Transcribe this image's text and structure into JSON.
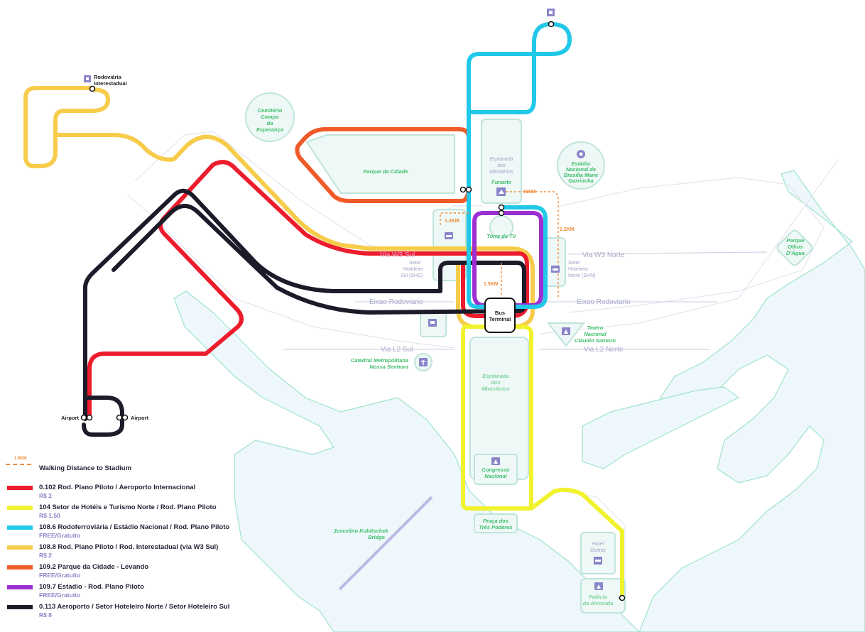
{
  "map": {
    "center_hub": {
      "line1": "Bus",
      "line2": "Terminal"
    },
    "roads": {
      "w3_sul": "Via W3 Sul",
      "w3_norte": "Via W3 Norte",
      "eixao_left": "Eixao Rodoviario",
      "eixao_right": "Eixao Rodoviario",
      "l2_sul": "Via L2 Sul",
      "l2_norte": "Via L2 Norte"
    },
    "places": {
      "rodoviaria": [
        "Rodoviária",
        "Interestadual"
      ],
      "cemiterio": [
        "Cemitério",
        "Campo",
        "da",
        "Esperança"
      ],
      "parque_cidade": "Parque da Cidade",
      "esplanada_top": [
        "Esplanada",
        "dos",
        "Ministérios"
      ],
      "funarte": "Funarte",
      "estadio": [
        "Estádio",
        "Nacional de",
        "Brasília Mane",
        "Garrincha"
      ],
      "torre": "Torre de TV",
      "shs": [
        "Setor",
        "Hoteleiro",
        "Sul (SHS)"
      ],
      "shn": [
        "Setor",
        "Hoteleiro",
        "Norte (SHN)"
      ],
      "parque_olhos": [
        "Parque",
        "Olhos",
        "D'Água"
      ],
      "teatro": [
        "Teatro",
        "Nacional",
        "Cláudio Santoro"
      ],
      "catedral": [
        "Catedral Metropolitana",
        "Nossa Senhora"
      ],
      "esplanada_bottom": [
        "Esplanada",
        "dos",
        "Ministérios"
      ],
      "congresso": [
        "Congresso",
        "Nacional"
      ],
      "praca": [
        "Praça dos",
        "Três Poderes"
      ],
      "jk_bridge": [
        "Juscelino Kubitschek",
        "Bridge"
      ],
      "hotel_district": [
        "Hotel",
        "District"
      ],
      "palacio": [
        "Palácio",
        "da Alvorada"
      ],
      "airport_left": "Airport",
      "airport_right": "Airport"
    },
    "walk_labels": {
      "a": "1.3KM",
      "b": "600M",
      "c": "1.2KM",
      "d": "1.5KM"
    }
  },
  "legend": {
    "walk": {
      "label": "Walking Distance to Stadium",
      "sample": "1.5KM",
      "color": "#f08c3a"
    },
    "routes": [
      {
        "name": "0.102 Rod. Plano Piloto / Aeroporto Internacional",
        "fare": "R$ 2",
        "color": "#ec1c2d"
      },
      {
        "name": "104 Setor de Hotéis e Turismo Norte / Rod. Plano Piloto",
        "fare": "R$ 1.50",
        "color": "#f1f22e"
      },
      {
        "name": "108.6 Rodoferroviária / Estádio Nacional / Rod. Plano Piloto",
        "fare": "FREE/Gratuito",
        "color": "#21c8e8"
      },
      {
        "name": "108.8 Rod. Plano Piloto / Rod. Interestadual (via W3 Sul)",
        "fare": "R$ 2",
        "color": "#f7cc4a"
      },
      {
        "name": "109.2 Parque da Cidade - Levando",
        "fare": "FREE/Gratuito",
        "color": "#f15a29"
      },
      {
        "name": "109.7 Estadio - Rod. Plano Piloto",
        "fare": "FREE/Gratuito",
        "color": "#9b2fd1"
      },
      {
        "name": "0.113 Aeroporto / Setor Hoteleiro Norte / Setor Hoteleiro Sul",
        "fare": "R$ 8",
        "color": "#1c1b29"
      }
    ]
  }
}
